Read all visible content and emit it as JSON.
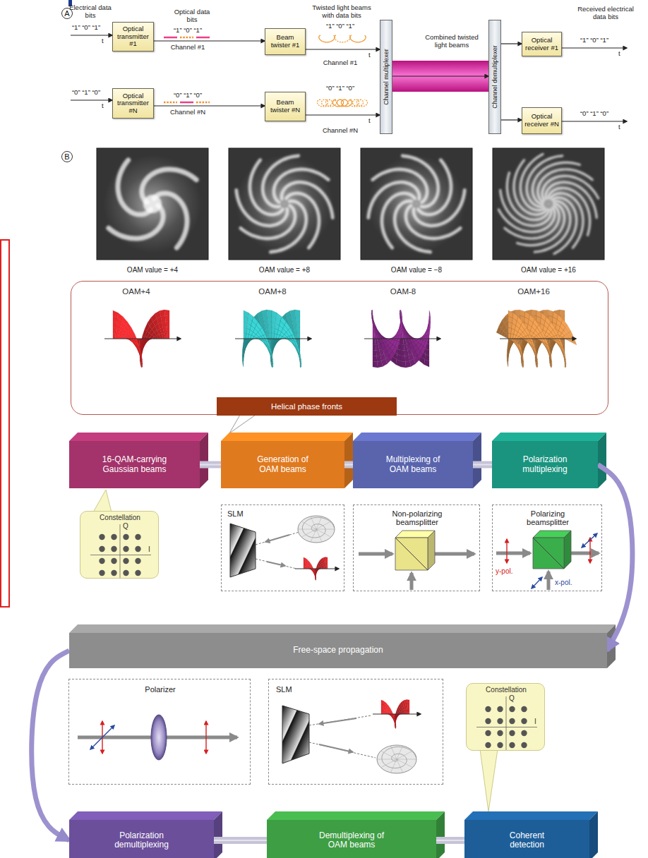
{
  "diagram": {
    "nodes": [
      {
        "text": [
          "A"
        ]
      },
      {
        "text": [
          "Optical transmitter #1"
        ]
      },
      {
        "text": [
          "Beam twister #1"
        ]
      },
      {
        "text": [
          "Channel multiplexer"
        ]
      },
      {
        "text": [
          "Channel demultiplexer"
        ]
      },
      {
        "text": [
          "Optical receiver #1"
        ]
      },
      {
        "text": [
          "Optical transmitter #N"
        ]
      },
      {
        "text": [
          "Beam twister #N"
        ]
      },
      {
        "text": [
          "Optical receiver #N"
        ]
      },
      {
        "text": [
          "B"
        ]
      },
      {
        "text": [
          "OAM+4",
          "OAM+8",
          "OAM-8",
          "OAM+16"
        ]
      },
      {
        "text": [
          "Helical phase fronts"
        ]
      },
      {
        "text": [
          "16-QAM-carrying Gaussian beams"
        ]
      },
      {
        "text": [
          "Generation of OAM beams"
        ]
      },
      {
        "text": [
          "Multiplexing of OAM beams"
        ]
      },
      {
        "text": [
          "Polarization multiplexing"
        ]
      },
      {
        "text": [
          "Constellation",
          "Q",
          "I"
        ]
      },
      {
        "text": [
          "SLM"
        ]
      },
      {
        "text": [
          "Non-polarizing beamsplitter"
        ]
      },
      {
        "text": [
          "Polarizing beamsplitter",
          "y-pol.",
          "x-pol."
        ]
      },
      {
        "text": [
          "Free-space propagation"
        ]
      },
      {
        "text": [
          "Polarizer"
        ]
      },
      {
        "text": [
          "SLM"
        ]
      },
      {
        "text": [
          "Constellation",
          "Q",
          "I"
        ]
      },
      {
        "text": [
          "Polarization demultiplexing"
        ]
      },
      {
        "text": [
          "Demultiplexing of OAM beams"
        ]
      },
      {
        "text": [
          "Coherent detection"
        ]
      }
    ],
    "edges": [
      {
        "from": 1,
        "to": 2,
        "arrow": "to"
      },
      {
        "from": 2,
        "to": 3,
        "arrow": "to"
      },
      {
        "from": 6,
        "to": 7,
        "arrow": "to"
      },
      {
        "from": 7,
        "to": 3,
        "arrow": "to"
      },
      {
        "from": 3,
        "to": 4,
        "arrow": "to"
      },
      {
        "from": 4,
        "to": 5,
        "arrow": "to"
      },
      {
        "from": 4,
        "to": 8,
        "arrow": "to"
      },
      {
        "from": 12,
        "to": 13,
        "arrow": "none"
      },
      {
        "from": 13,
        "to": 14,
        "arrow": "none"
      },
      {
        "from": 14,
        "to": 15,
        "arrow": "none"
      },
      {
        "from": 15,
        "to": 20,
        "arrow": "to"
      },
      {
        "from": 20,
        "to": 24,
        "arrow": "to"
      },
      {
        "from": 24,
        "to": 25,
        "arrow": "none"
      },
      {
        "from": 25,
        "to": 26,
        "arrow": "none"
      }
    ],
    "labels": [
      "Electrical data bits",
      "“1” “0” “1”",
      "t",
      "Optical data bits",
      "“1” “0” “1”",
      "Channel #1",
      "Twisted light beams with data bits",
      "“1” “0” “1”",
      "t",
      "Channel #1",
      "Combined twisted light beams",
      "Received electrical data bits",
      "“1” “0” “1”",
      "t",
      "“0” “1” “0”",
      "t",
      "“0” “1” “0”",
      "Channel #N",
      "“0” “1” “0”",
      "t",
      "Channel #N",
      "“0” “1” “0”",
      "t",
      "OAM value = +4",
      "OAM value = +8",
      "OAM value = −8",
      "OAM value = +16"
    ]
  }
}
